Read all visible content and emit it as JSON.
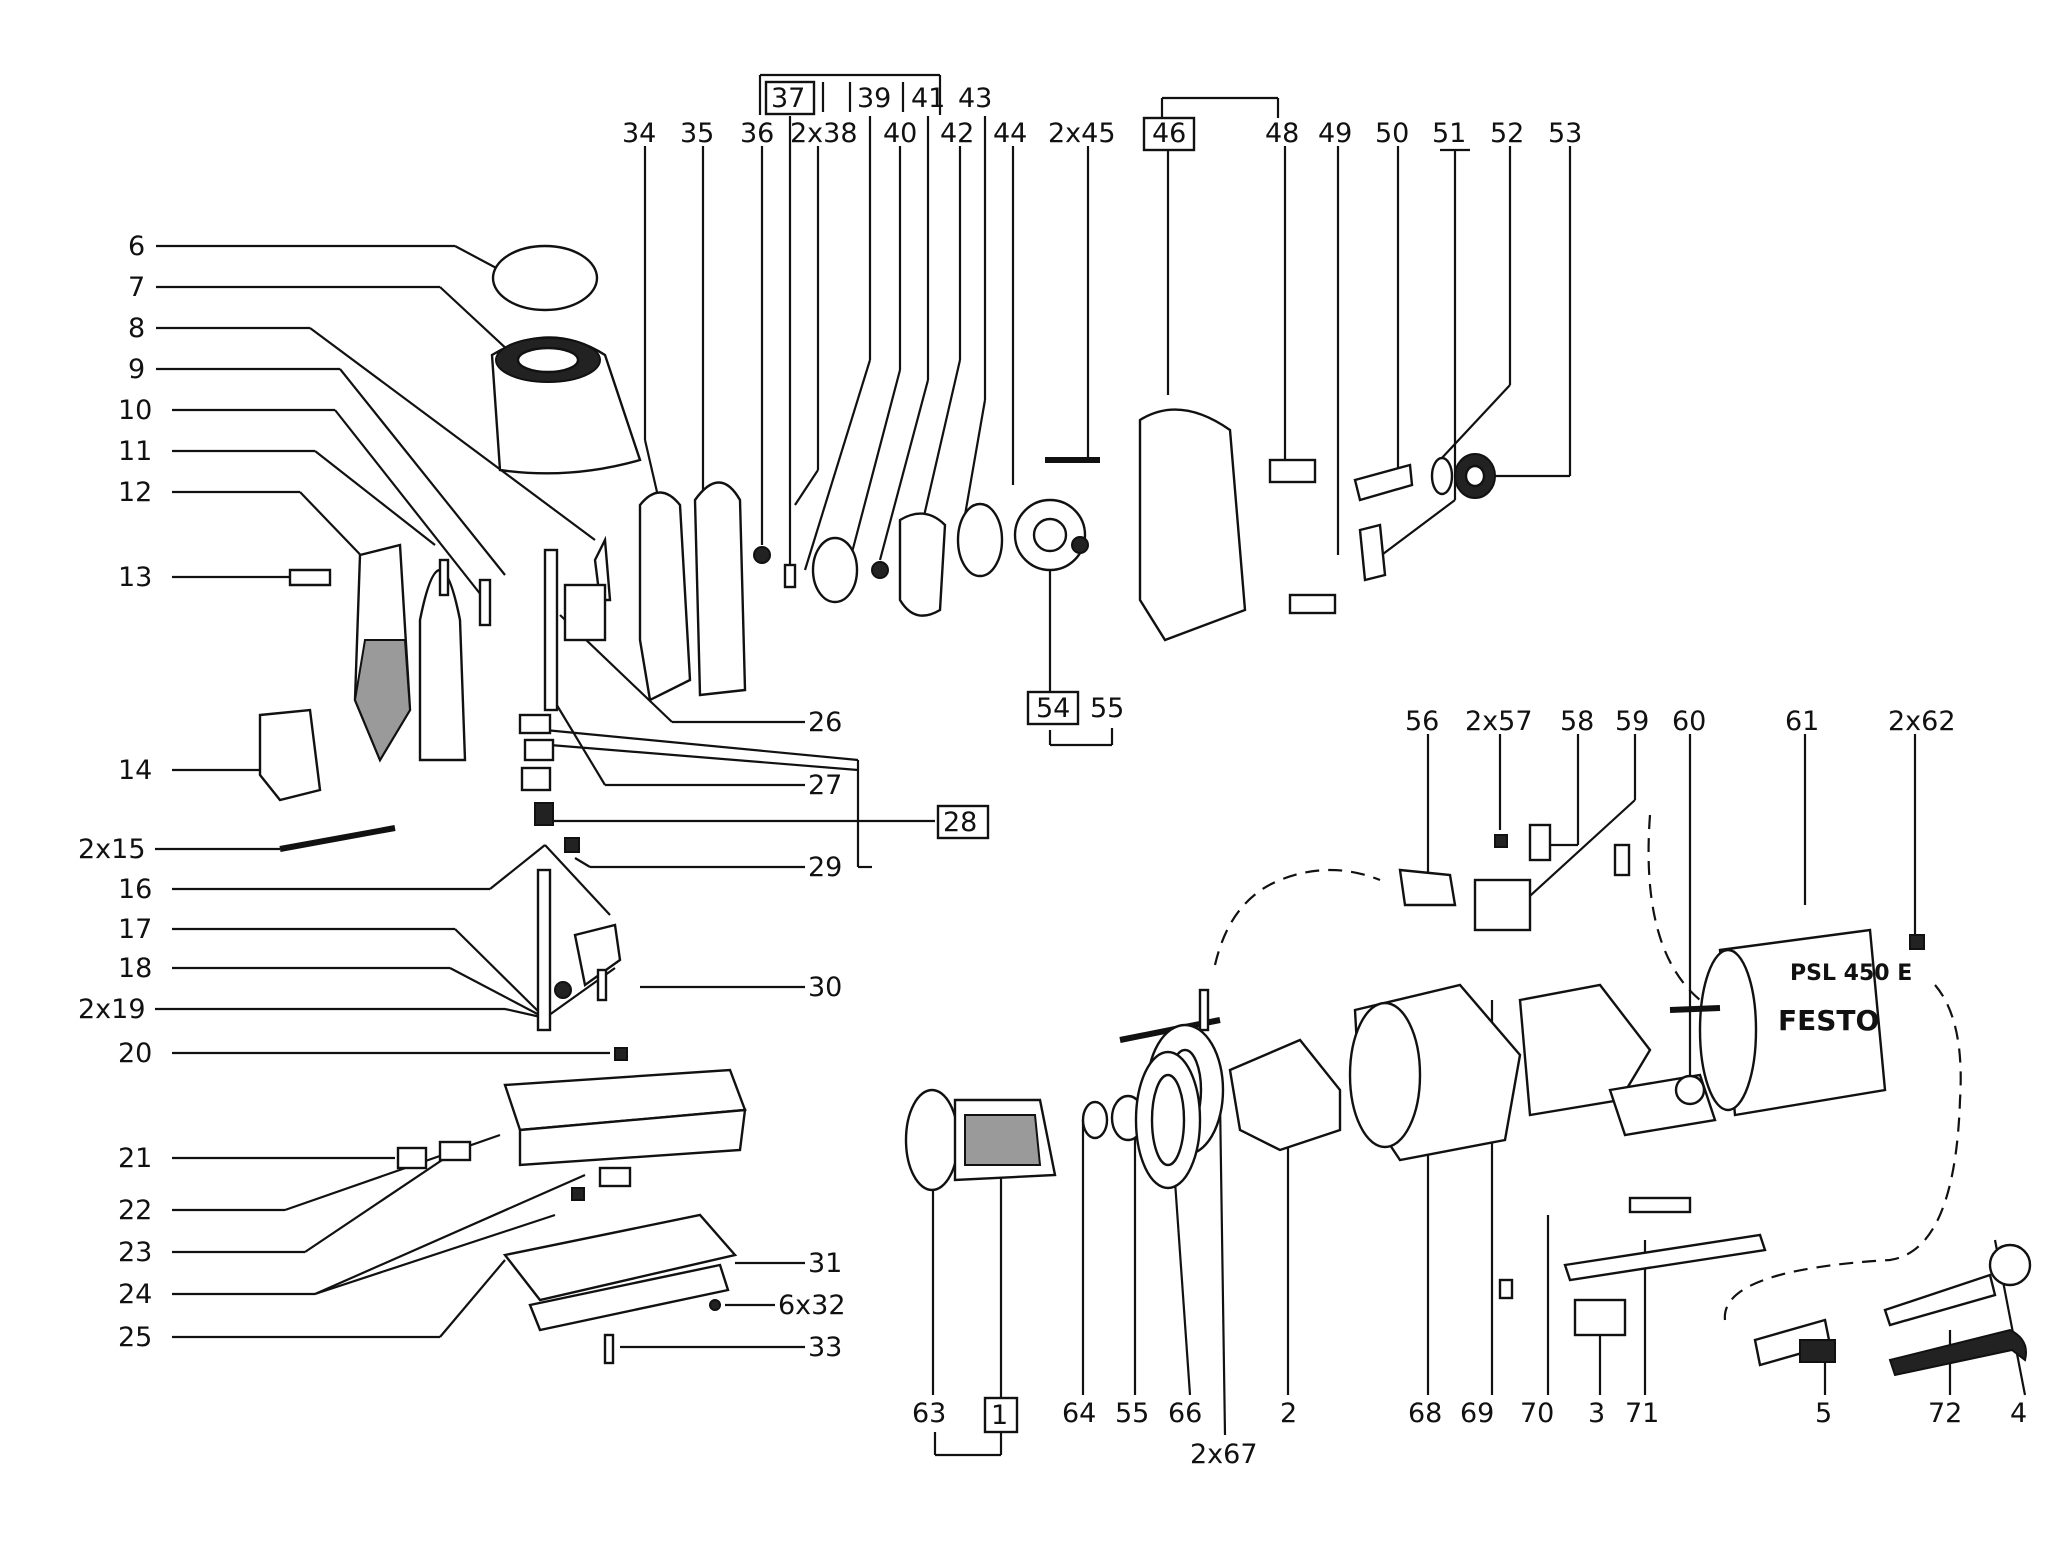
{
  "labels": {
    "l6": "6",
    "l7": "7",
    "l8": "8",
    "l9": "9",
    "l10": "10",
    "l11": "11",
    "l12": "12",
    "l13": "13",
    "l14": "14",
    "l2x15": "2x15",
    "l16": "16",
    "l17": "17",
    "l18": "18",
    "l2x19": "2x19",
    "l20": "20",
    "l21": "21",
    "l22": "22",
    "l23": "23",
    "l24": "24",
    "l25": "25",
    "l26": "26",
    "l27": "27",
    "l28": "28",
    "l29": "29",
    "l30": "30",
    "l31": "31",
    "l6x32": "6x32",
    "l33": "33",
    "l34": "34",
    "l35": "35",
    "l36": "36",
    "l37": "37",
    "l2x38": "2x38",
    "l39": "39",
    "l40": "40",
    "l41": "41",
    "l42": "42",
    "l43": "43",
    "l44": "44",
    "l2x45": "2x45",
    "l46": "46",
    "l48": "48",
    "l49": "49",
    "l50": "50",
    "l51": "51",
    "l52": "52",
    "l53": "53",
    "l54": "54",
    "l55": "55",
    "l56": "56",
    "l2x57": "2x57",
    "l58": "58",
    "l59": "59",
    "l60": "60",
    "l61": "61",
    "l2x62": "2x62",
    "l63": "63",
    "l1": "1",
    "l64": "64",
    "l55b": "55",
    "l66": "66",
    "l2x67": "2x67",
    "l2": "2",
    "l68": "68",
    "l69": "69",
    "l70": "70",
    "l3": "3",
    "l71": "71",
    "l5": "5",
    "l72": "72",
    "l4": "4"
  },
  "housing_text": {
    "brand": "FESTO",
    "model": "PSL 450 E"
  },
  "icons": [
    "knob-cap",
    "handle-housing",
    "gear-cover",
    "motor-housing",
    "armature",
    "brush-holder",
    "power-cord",
    "hex-key"
  ]
}
